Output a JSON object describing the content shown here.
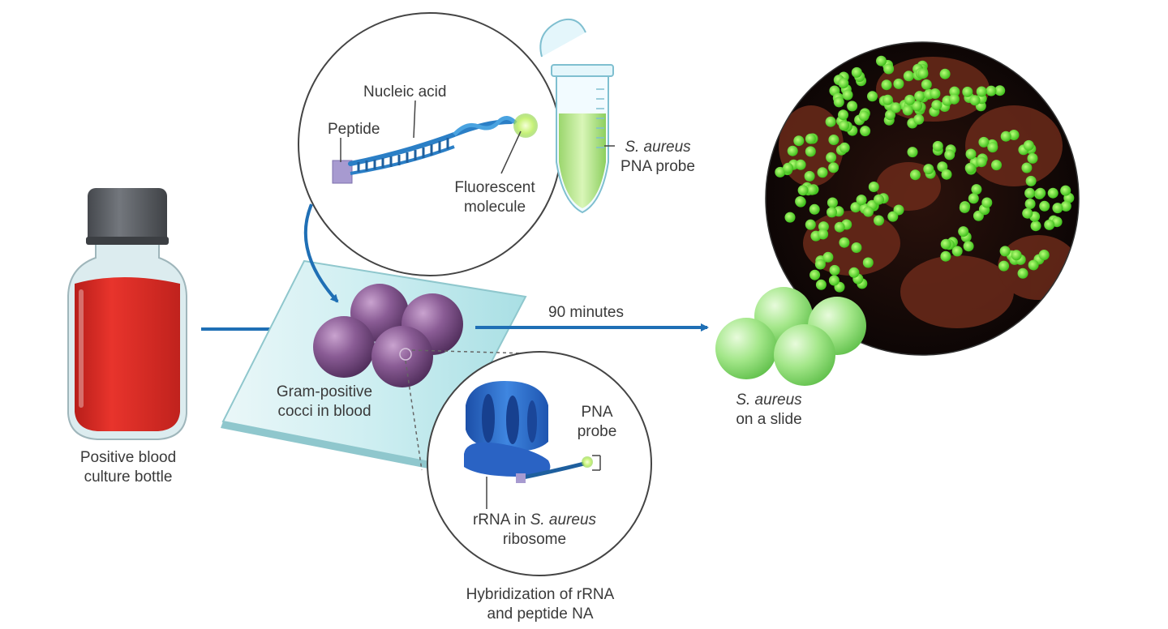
{
  "labels": {
    "bottle": {
      "line1": "Positive blood",
      "line2": "culture bottle"
    },
    "slide": {
      "line1": "Gram-positive",
      "line2": "cocci in blood"
    },
    "nucleic_acid": "Nucleic acid",
    "peptide": "Peptide",
    "fluorescent": {
      "line1": "Fluorescent",
      "line2": "molecule"
    },
    "probe_tube": {
      "species": "S. aureus",
      "line2": "PNA probe"
    },
    "time": "90 minutes",
    "result": {
      "species": "S. aureus",
      "line2": "on a slide"
    },
    "pna_probe": {
      "line1": "PNA",
      "line2": "probe"
    },
    "rrna": {
      "prefix": "rRNA in ",
      "species": "S. aureus",
      "line2": "ribosome"
    },
    "hybridization": {
      "line1": "Hybridization of rRNA",
      "line2": "and peptide NA"
    }
  },
  "colors": {
    "arrow": "#1f6fb5",
    "blood": "#d62a24",
    "cap": "#5a5e63",
    "cocci_purple": "#7a4f86",
    "cocci_green": "#9be27a",
    "fluorescence_green": "#6fe23c",
    "ribosome_blue": "#2f6fd0",
    "slide_glass": "#bfe6ea"
  }
}
